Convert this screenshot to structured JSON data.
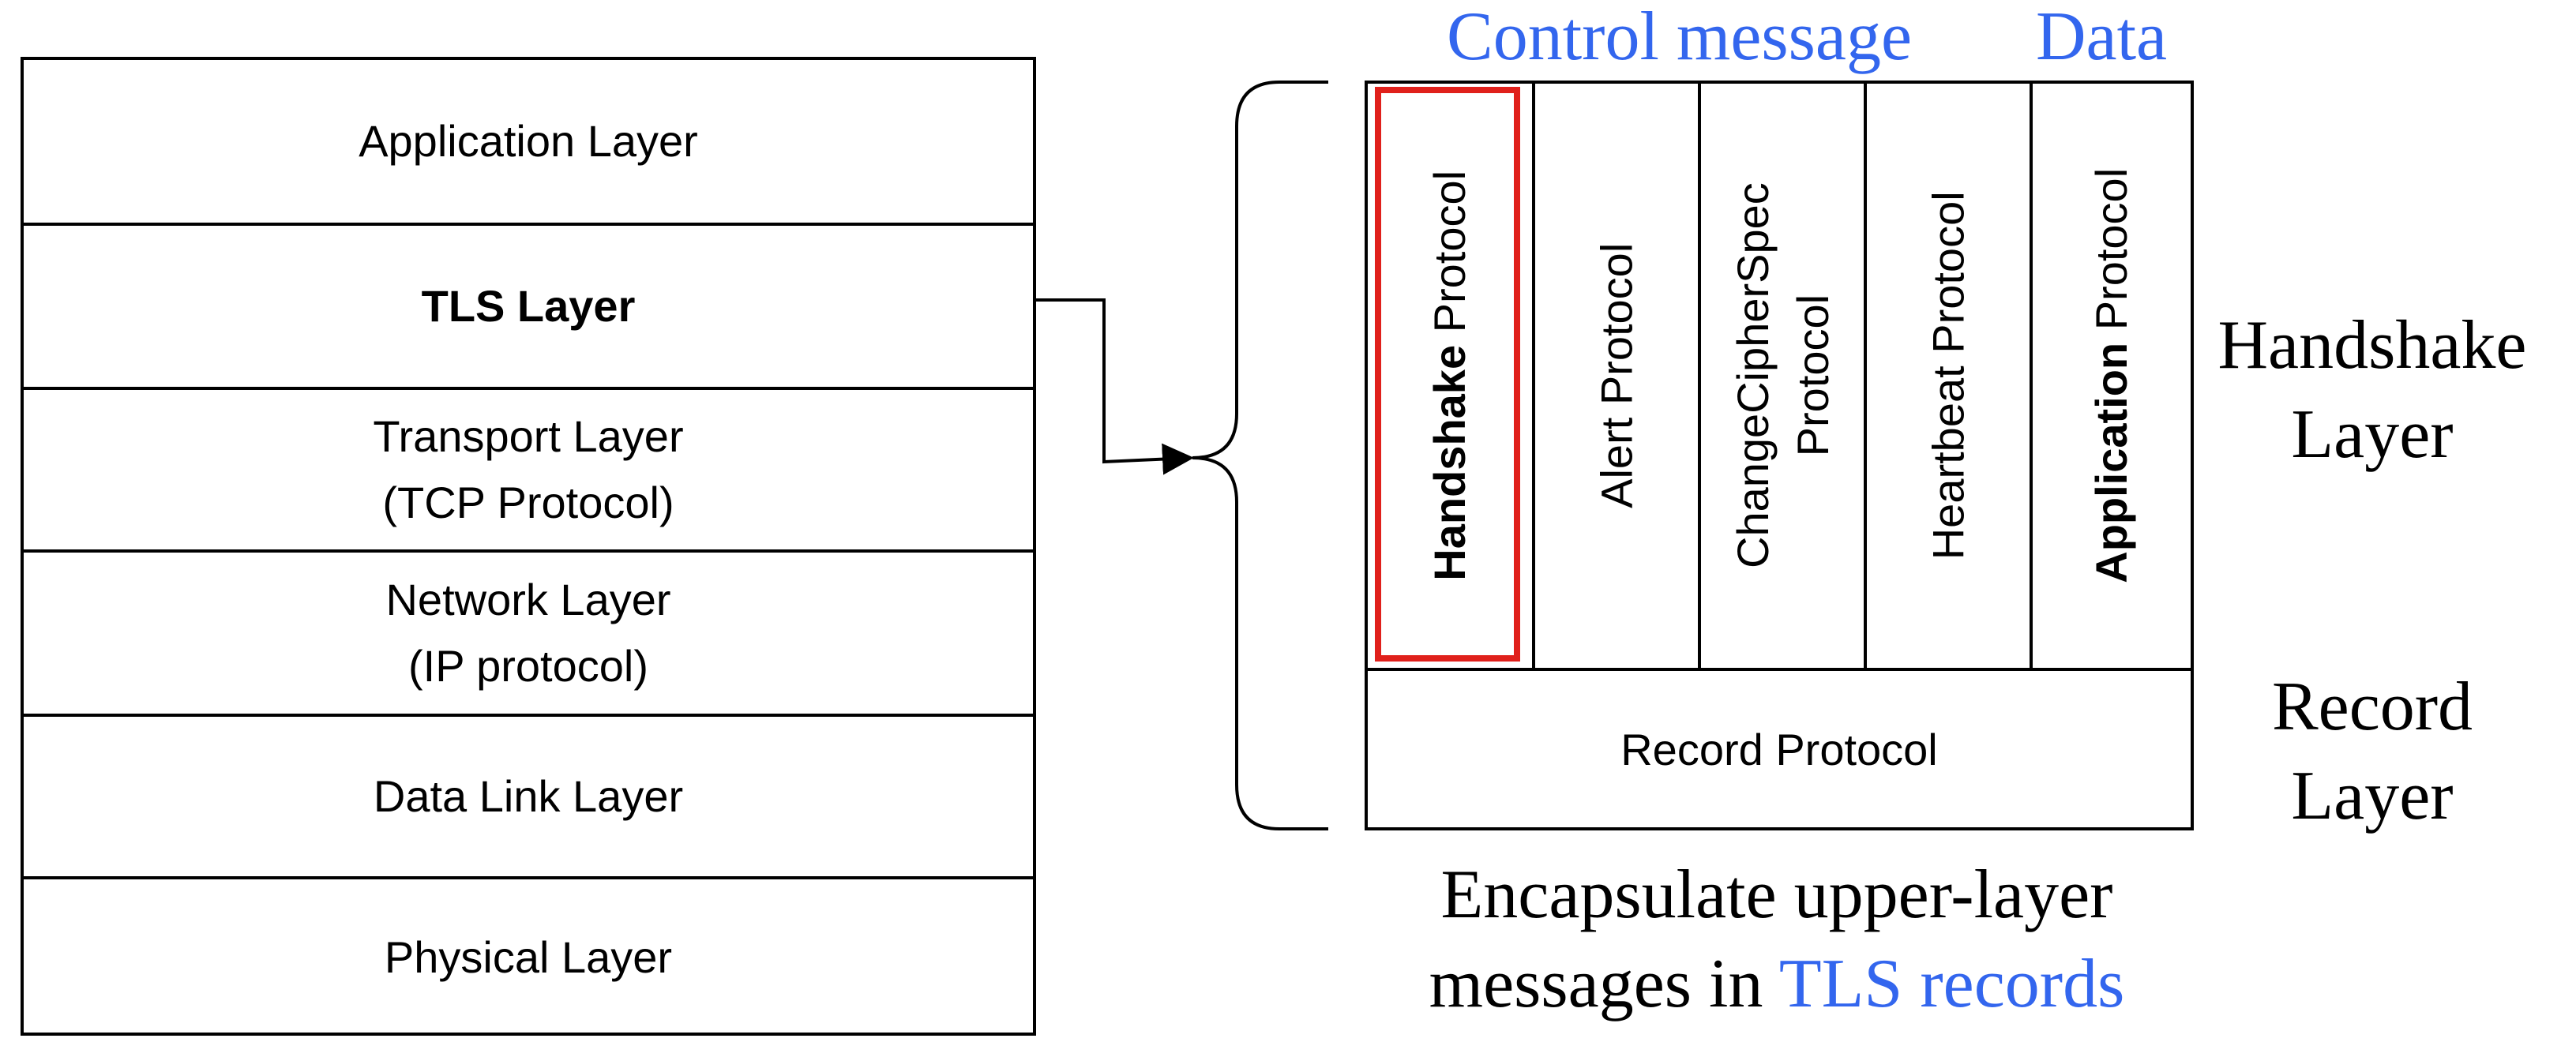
{
  "stack": {
    "layers": [
      {
        "lines": [
          "Application Layer"
        ]
      },
      {
        "lines": [
          "TLS Layer"
        ]
      },
      {
        "lines": [
          "Transport Layer",
          "(TCP Protocol)"
        ]
      },
      {
        "lines": [
          "Network Layer",
          "(IP protocol)"
        ]
      },
      {
        "lines": [
          "Data Link Layer"
        ]
      },
      {
        "lines": [
          "Physical Layer"
        ]
      }
    ]
  },
  "tls": {
    "top_labels": {
      "control": "Control message",
      "data": "Data"
    },
    "protocols": [
      {
        "bold": "Handshake",
        "rest": " Protocol"
      },
      {
        "bold": "",
        "rest": "Alert Protocol"
      },
      {
        "bold": "",
        "rest": "ChangeCipherSpec",
        "rest2": "Protocol"
      },
      {
        "bold": "",
        "rest": "Heartbeat Protocol"
      },
      {
        "bold": "Application",
        "rest": " Protocol"
      }
    ],
    "record": "Record Protocol",
    "side_labels": {
      "handshake_line1": "Handshake",
      "handshake_line2": "Layer",
      "record_line1": "Record",
      "record_line2": "Layer"
    },
    "caption": {
      "line1": "Encapsulate upper-layer",
      "line2_prefix": "messages in ",
      "line2_blue": "TLS records"
    }
  },
  "colors": {
    "accent_blue": "#3366ee",
    "highlight_red": "#e0201b"
  }
}
